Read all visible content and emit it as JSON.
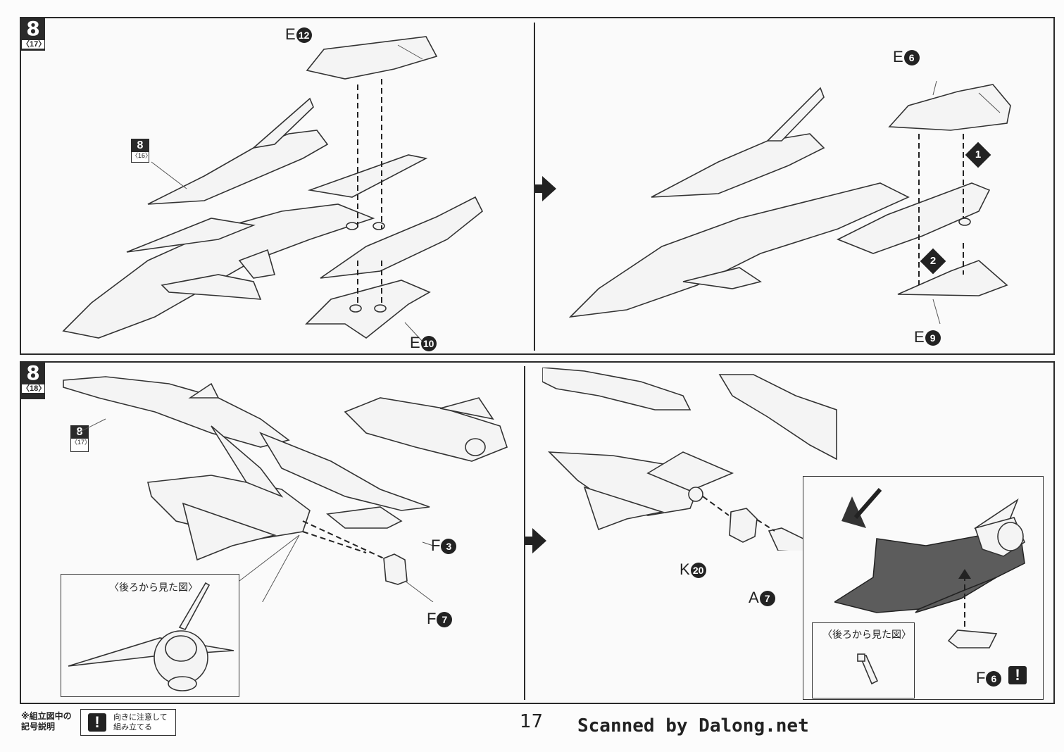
{
  "steps": {
    "top": {
      "number": "8",
      "sub": "〈17〉"
    },
    "bottom": {
      "number": "8",
      "sub": "〈18〉"
    }
  },
  "refs": {
    "top_left": {
      "number": "8",
      "sub": "〈16〉"
    },
    "bottom_left": {
      "number": "8",
      "sub": "〈17〉"
    }
  },
  "parts": {
    "e12": {
      "letter": "E",
      "num": "12"
    },
    "e10": {
      "letter": "E",
      "num": "10"
    },
    "e6": {
      "letter": "E",
      "num": "6"
    },
    "e9": {
      "letter": "E",
      "num": "9"
    },
    "f3": {
      "letter": "F",
      "num": "3"
    },
    "f7": {
      "letter": "F",
      "num": "7"
    },
    "k20": {
      "letter": "K",
      "num": "20"
    },
    "a7": {
      "letter": "A",
      "num": "7"
    },
    "f6": {
      "letter": "F",
      "num": "6"
    }
  },
  "order_tags": [
    "1",
    "2"
  ],
  "insets": {
    "rear_view_1": "〈後ろから見た図〉",
    "rear_view_2": "〈後ろから見た図〉"
  },
  "legend": {
    "title_line1": "※組立図中の",
    "title_line2": "記号説明",
    "excl": "!",
    "text_line1": "向きに注意して",
    "text_line2": "組み立てる"
  },
  "warning_mark": "!",
  "page_number": "17",
  "credit": "Scanned by Dalong.net"
}
